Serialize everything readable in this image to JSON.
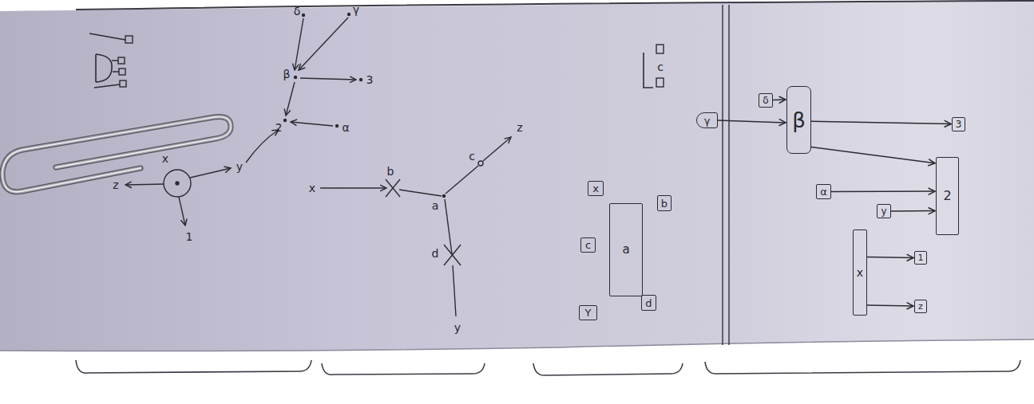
{
  "diagram": {
    "nodes": [
      {
        "text": [
          "x"
        ]
      },
      {
        "text": [
          "b"
        ]
      },
      {
        "text": [
          "a"
        ]
      },
      {
        "text": [
          "c"
        ]
      },
      {
        "text": [
          "Y"
        ]
      },
      {
        "text": [
          "d"
        ]
      },
      {
        "text": [
          "δ"
        ]
      },
      {
        "text": [
          "β"
        ]
      },
      {
        "text": [
          "γ"
        ]
      },
      {
        "text": [
          "3"
        ]
      },
      {
        "text": [
          "2"
        ]
      },
      {
        "text": [
          "α"
        ]
      },
      {
        "text": [
          "y"
        ]
      },
      {
        "text": [
          "x"
        ]
      },
      {
        "text": [
          "1"
        ]
      },
      {
        "text": [
          "z"
        ]
      }
    ],
    "edges": [
      {
        "from": 6,
        "to": 7,
        "arrow": "to"
      },
      {
        "from": 8,
        "to": 7,
        "arrow": "to"
      },
      {
        "from": 7,
        "to": 9,
        "arrow": "to"
      },
      {
        "from": 7,
        "to": 10,
        "arrow": "to"
      },
      {
        "from": 11,
        "to": 10,
        "arrow": "to"
      },
      {
        "from": 12,
        "to": 10,
        "arrow": "to"
      },
      {
        "from": 13,
        "to": 14,
        "arrow": "to"
      },
      {
        "from": 13,
        "to": 15,
        "arrow": "to"
      }
    ],
    "labels": [
      "δ",
      "γ",
      "β",
      "3",
      "2",
      "α",
      "x",
      "y",
      "z",
      "1",
      "x",
      "b",
      "a",
      "c",
      "z",
      "d",
      "y",
      "c"
    ]
  }
}
